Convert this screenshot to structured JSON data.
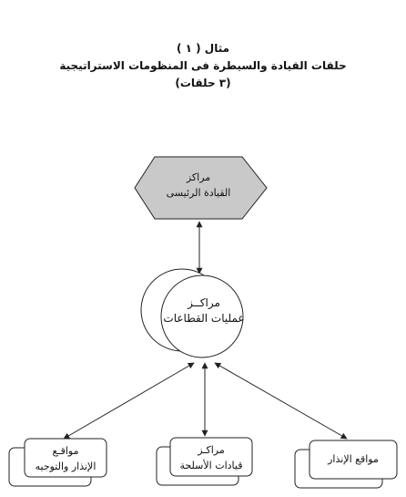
{
  "title": {
    "line1": "مثال ( ١ )",
    "line2": "حلقات القيادة والسيطرة فى المنظومات الاستراتيجية",
    "line3": "(٣ حلقات)"
  },
  "nodes": {
    "main_command": {
      "line1": "مراكز",
      "line2": "القيادة الرئيسى"
    },
    "sector_ops": {
      "line1": "مراكــز",
      "line2": "عمليات القطاعات"
    },
    "warning_guidance": {
      "line1": "مواقـع",
      "line2": "الإنذار والتوجيه"
    },
    "weapons_command": {
      "line1": "مراكـز",
      "line2": "قيادات الأسلحة"
    },
    "warning_sites": {
      "line1": "مواقع الإنذار"
    }
  },
  "colors": {
    "hexagon_fill": "#c9c9c9",
    "stroke": "#222222",
    "background": "#ffffff"
  }
}
